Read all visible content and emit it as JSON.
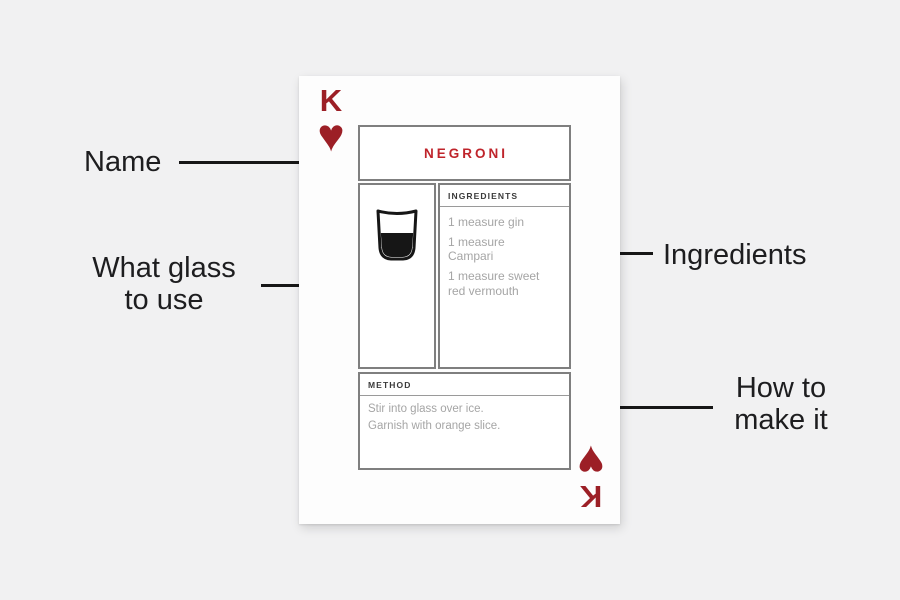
{
  "card": {
    "rank": "K",
    "suit": "hearts",
    "suit_symbol": "♥",
    "title": "NEGRONI",
    "glass_icon": "rocks-glass-icon",
    "ingredients": {
      "header": "INGREDIENTS",
      "items": [
        "1 measure gin",
        "1 measure\nCampari",
        "1 measure sweet\nred vermouth"
      ]
    },
    "method": {
      "header": "METHOD",
      "text": "Stir into glass over ice.\nGarnish with orange slice."
    }
  },
  "annotations": {
    "name": {
      "label": "Name"
    },
    "glass": {
      "label": "What glass\nto use"
    },
    "ingredients": {
      "label": "Ingredients"
    },
    "method": {
      "label": "How to\nmake it"
    }
  },
  "colors": {
    "suit_red": "#9c1f26",
    "title_red": "#bf242b",
    "border_gray": "#7f7f7f",
    "header_dark": "#3a3a3a",
    "body_gray": "#a5a5a5",
    "label_black": "#1d1d1f",
    "line_black": "#161616",
    "background": "#f1f1f2",
    "card_white": "#fdfdfd"
  }
}
